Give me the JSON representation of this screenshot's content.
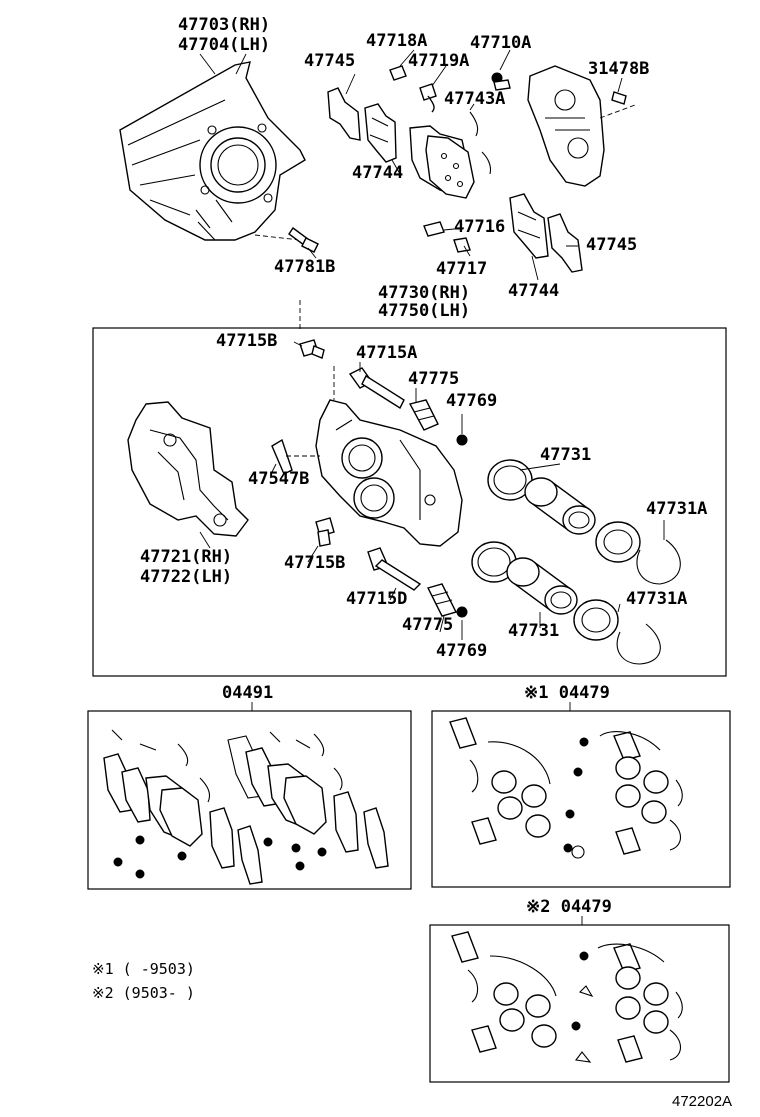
{
  "labels": {
    "p47703": "47703(RH)",
    "p47704": "47704(LH)",
    "p47745a": "47745",
    "p47718A": "47718A",
    "p47719A": "47719A",
    "p47710A": "47710A",
    "p31478B": "31478B",
    "p47743A": "47743A",
    "p47744a": "47744",
    "p47716": "47716",
    "p47717": "47717",
    "p47745b": "47745",
    "p47744b": "47744",
    "p47781B": "47781B",
    "p47730": "47730(RH)",
    "p47750": "47750(LH)",
    "p47715B_top": "47715B",
    "p47715A": "47715A",
    "p47775a": "47775",
    "p47769a": "47769",
    "p47547B": "47547B",
    "p47731a": "47731",
    "p47731A_a": "47731A",
    "p47721": "47721(RH)",
    "p47722": "47722(LH)",
    "p47715B_bot": "47715B",
    "p47715D": "47715D",
    "p47775b": "47775",
    "p47769b": "47769",
    "p47731b": "47731",
    "p47731A_b": "47731A",
    "k04491": "04491",
    "k04479a": "※1 04479",
    "k04479b": "※2 04479"
  },
  "notes": {
    "note1": "※1 (     -9503)",
    "note2": "※2 (9503-      )"
  },
  "diagram_number": "472202A"
}
